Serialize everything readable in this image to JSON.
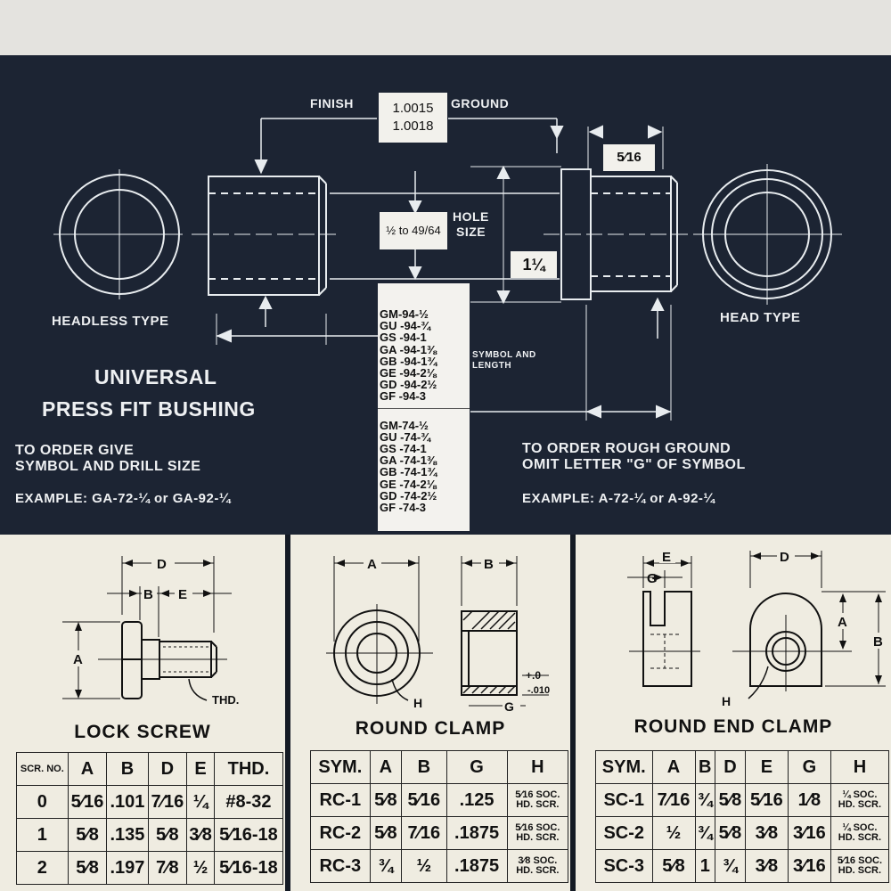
{
  "header": {
    "finish": "FINISH",
    "ground": "GROUND",
    "finish_value_1": "1.0015",
    "finish_value_2": "1.0018",
    "head_dim": "5⁄16",
    "hole_window": "½ to 49/64",
    "hole_size_1": "HOLE",
    "hole_size_2": "SIZE",
    "length_dim": "1¼",
    "headless_type": "HEADLESS TYPE",
    "head_type": "HEAD TYPE",
    "symbol_and_length_1": "SYMBOL AND",
    "symbol_and_length_2": "LENGTH",
    "title_1": "UNIVERSAL",
    "title_2": "PRESS FIT BUSHING",
    "order_left_1": "TO ORDER GIVE",
    "order_left_2": "SYMBOL AND DRILL SIZE",
    "example_left": "EXAMPLE: GA-72-¼ or GA-92-¼",
    "order_right_1": "TO ORDER ROUGH GROUND",
    "order_right_2": "OMIT LETTER \"G\" OF SYMBOL",
    "example_right": "EXAMPLE: A-72-¼ or A-92-¼"
  },
  "symbols_94": [
    "GM-94-½",
    "GU -94-¾",
    "GS -94-1",
    "GA -94-1⅜",
    "GB -94-1¾",
    "GE -94-2⅛",
    "GD -94-2½",
    "GF -94-3"
  ],
  "symbols_74": [
    "GM-74-½",
    "GU -74-¾",
    "GS -74-1",
    "GA -74-1⅜",
    "GB -74-1¾",
    "GE -74-2⅛",
    "GD -74-2½",
    "GF -74-3"
  ],
  "lock_screw": {
    "title": "LOCK SCREW",
    "labels": {
      "a": "A",
      "b": "B",
      "d": "D",
      "e": "E",
      "thd": "THD."
    },
    "headers": [
      "SCR. NO.",
      "A",
      "B",
      "D",
      "E",
      "THD."
    ],
    "rows": [
      [
        "0",
        "5⁄16",
        ".101",
        "7⁄16",
        "¼",
        "#8-32"
      ],
      [
        "1",
        "5⁄8",
        ".135",
        "5⁄8",
        "3⁄8",
        "5⁄16-18"
      ],
      [
        "2",
        "5⁄8",
        ".197",
        "7⁄8",
        "½",
        "5⁄16-18"
      ]
    ]
  },
  "round_clamp": {
    "title": "ROUND CLAMP",
    "labels": {
      "a": "A",
      "b": "B",
      "h": "H",
      "g": "G",
      "tol_1": "+.0",
      "tol_2": "-.010"
    },
    "headers": [
      "SYM.",
      "A",
      "B",
      "G",
      "H"
    ],
    "rows": [
      [
        "RC-1",
        "5⁄8",
        "5⁄16",
        ".125",
        "5⁄16 SOC.",
        "HD. SCR."
      ],
      [
        "RC-2",
        "5⁄8",
        "7⁄16",
        ".1875",
        "5⁄16 SOC.",
        "HD. SCR."
      ],
      [
        "RC-3",
        "¾",
        "½",
        ".1875",
        "3⁄8 SOC.",
        "HD. SCR."
      ]
    ]
  },
  "round_end_clamp": {
    "title": "ROUND END CLAMP",
    "labels": {
      "e": "E",
      "g": "G",
      "d": "D",
      "a": "A",
      "b": "B",
      "h": "H"
    },
    "headers": [
      "SYM.",
      "A",
      "B",
      "D",
      "E",
      "G",
      "H"
    ],
    "rows": [
      [
        "SC-1",
        "7⁄16",
        "¾",
        "5⁄8",
        "5⁄16",
        "1⁄8",
        "¼ SOC.",
        "HD. SCR."
      ],
      [
        "SC-2",
        "½",
        "¾",
        "5⁄8",
        "3⁄8",
        "3⁄16",
        "¼ SOC.",
        "HD. SCR."
      ],
      [
        "SC-3",
        "5⁄8",
        "1",
        "¾",
        "3⁄8",
        "3⁄16",
        "5⁄16 SOC.",
        "HD. SCR."
      ]
    ]
  }
}
